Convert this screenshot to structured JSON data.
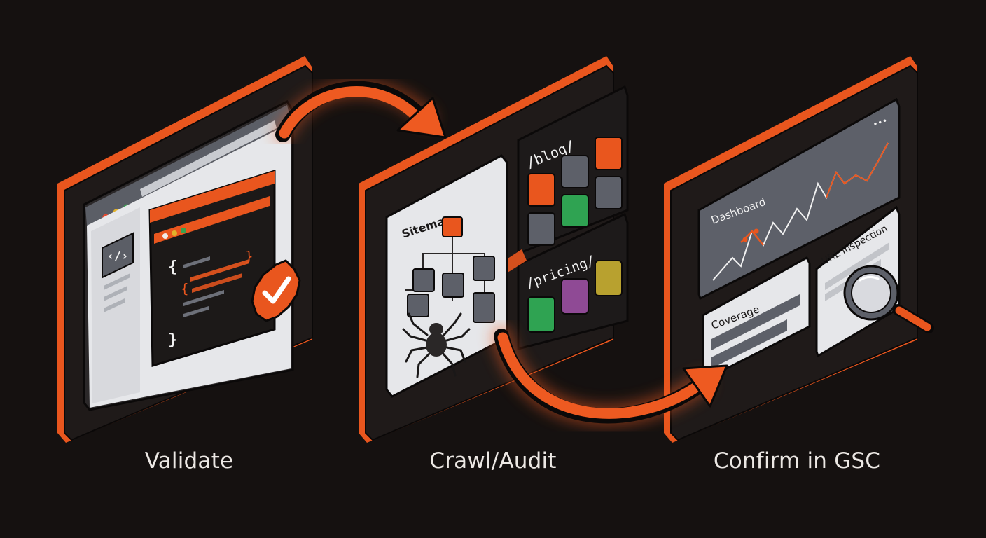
{
  "steps": [
    {
      "label": "Validate"
    },
    {
      "label": "Crawl/Audit"
    },
    {
      "label": "Confirm in GSC"
    }
  ],
  "panel1": {
    "code_icon_glyph": "‹/›",
    "brace_open": "{",
    "brace_close": "}",
    "inner_open": "{",
    "inner_close": "}",
    "badge_icon": "check-icon"
  },
  "panel2": {
    "sitemap_title": "Sitemap",
    "blog_label": "/blog/",
    "pricing_label": "/pricing/",
    "crawler_icon": "spider-icon"
  },
  "panel3": {
    "more_glyph": "•••",
    "dashboard_title": "Dashboard",
    "coverage_title": "Coverage",
    "inspection_title": "URL Inspection",
    "inspect_icon": "magnifier-icon"
  },
  "colors": {
    "accent": "#ee5a21",
    "background": "#151110",
    "panel_dark": "#1c1817",
    "card_light": "#e4e6ea",
    "tile_gray": "#5d6069",
    "tile_green": "#2fa352",
    "tile_purple": "#8f4a95",
    "tile_yellow": "#b8a12f"
  }
}
